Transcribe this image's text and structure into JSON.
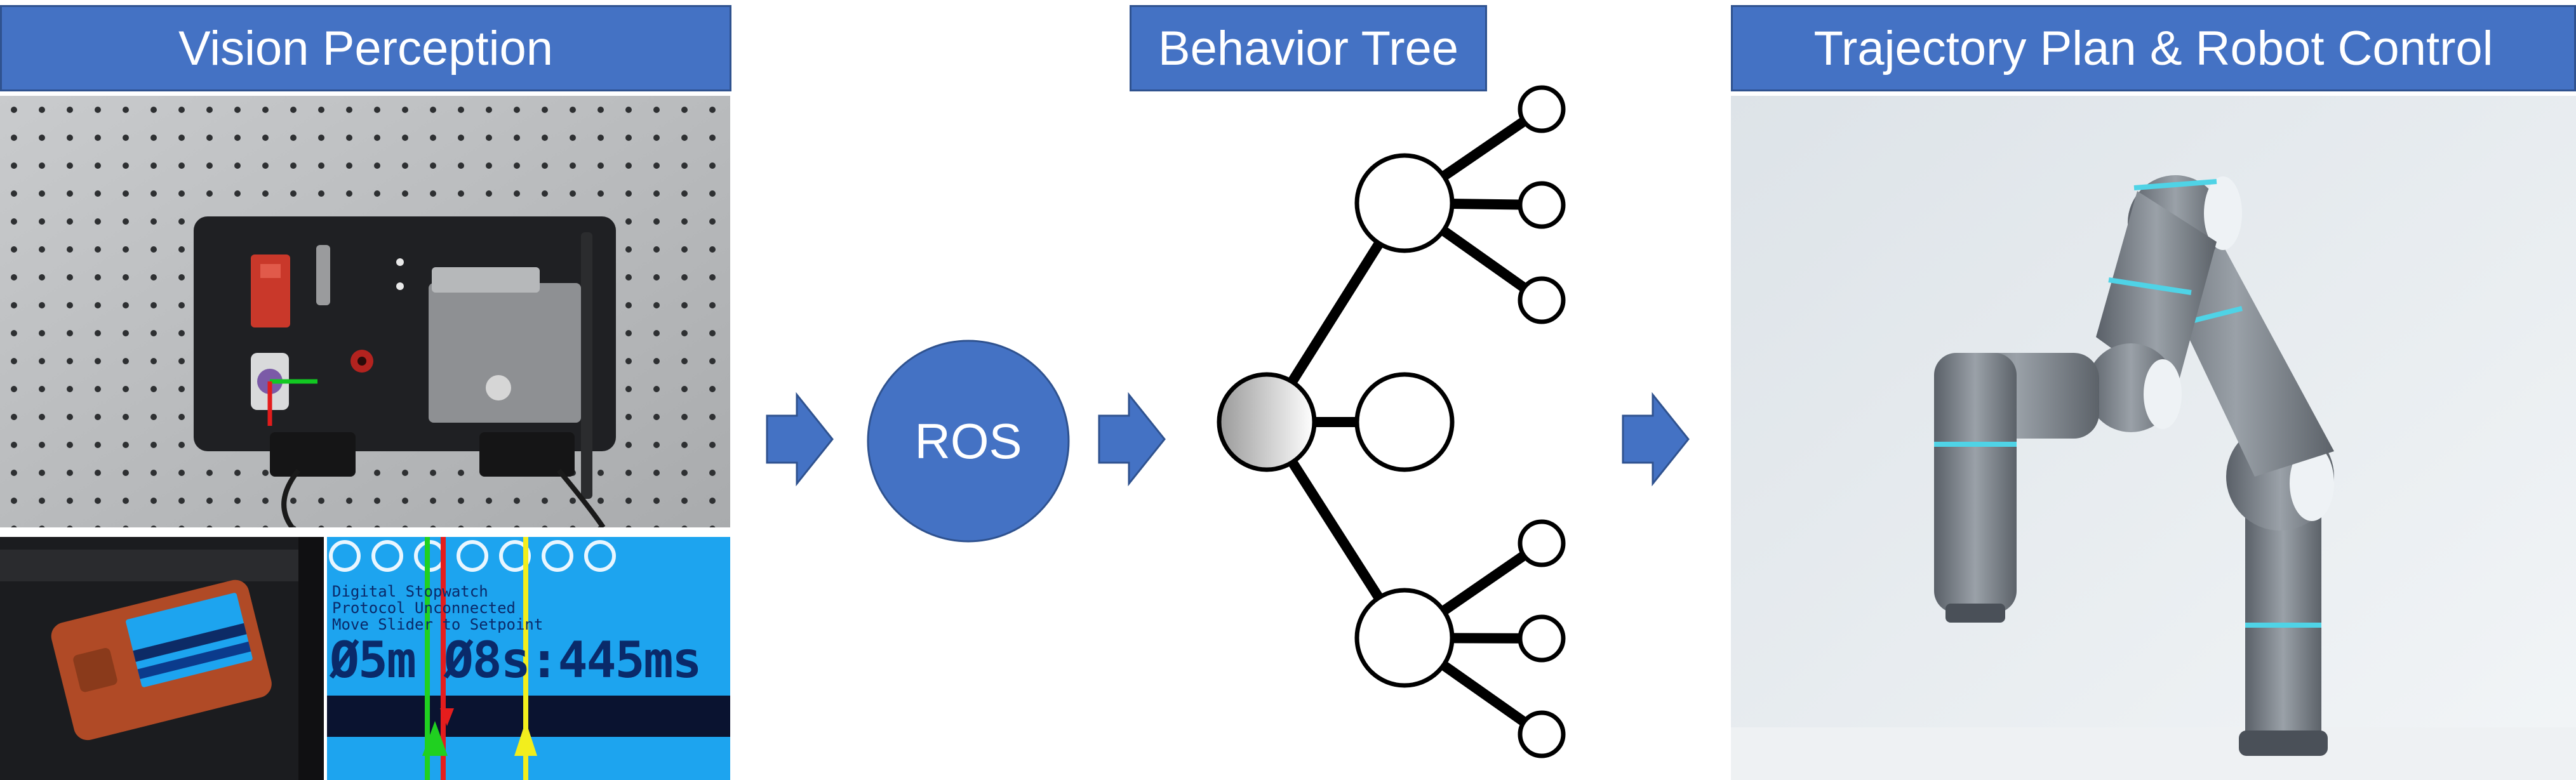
{
  "sections": {
    "vision": {
      "title": "Vision Perception"
    },
    "bt": {
      "title": "Behavior Tree"
    },
    "control": {
      "title": "Trajectory Plan & Robot Control"
    }
  },
  "ros": {
    "label": "ROS"
  },
  "screen": {
    "line1": "Ø5m Ø8s:445ms",
    "line2": "Digital Stopwatch",
    "line3": "Protocol Unconnected",
    "line4": "Move Slider to Setpoint"
  },
  "colors": {
    "banner": "#4472c4",
    "banner_border": "#2f528f",
    "ros_circle": "#4472c4",
    "arrow": "#4472c4",
    "screen_bg": "#1da4ef",
    "screen_text": "#0a2a6a",
    "tree_line": "#000000"
  },
  "icons": [
    "arrow-right-icon",
    "robot-arm",
    "task-board-photo",
    "stopwatch-screen"
  ]
}
